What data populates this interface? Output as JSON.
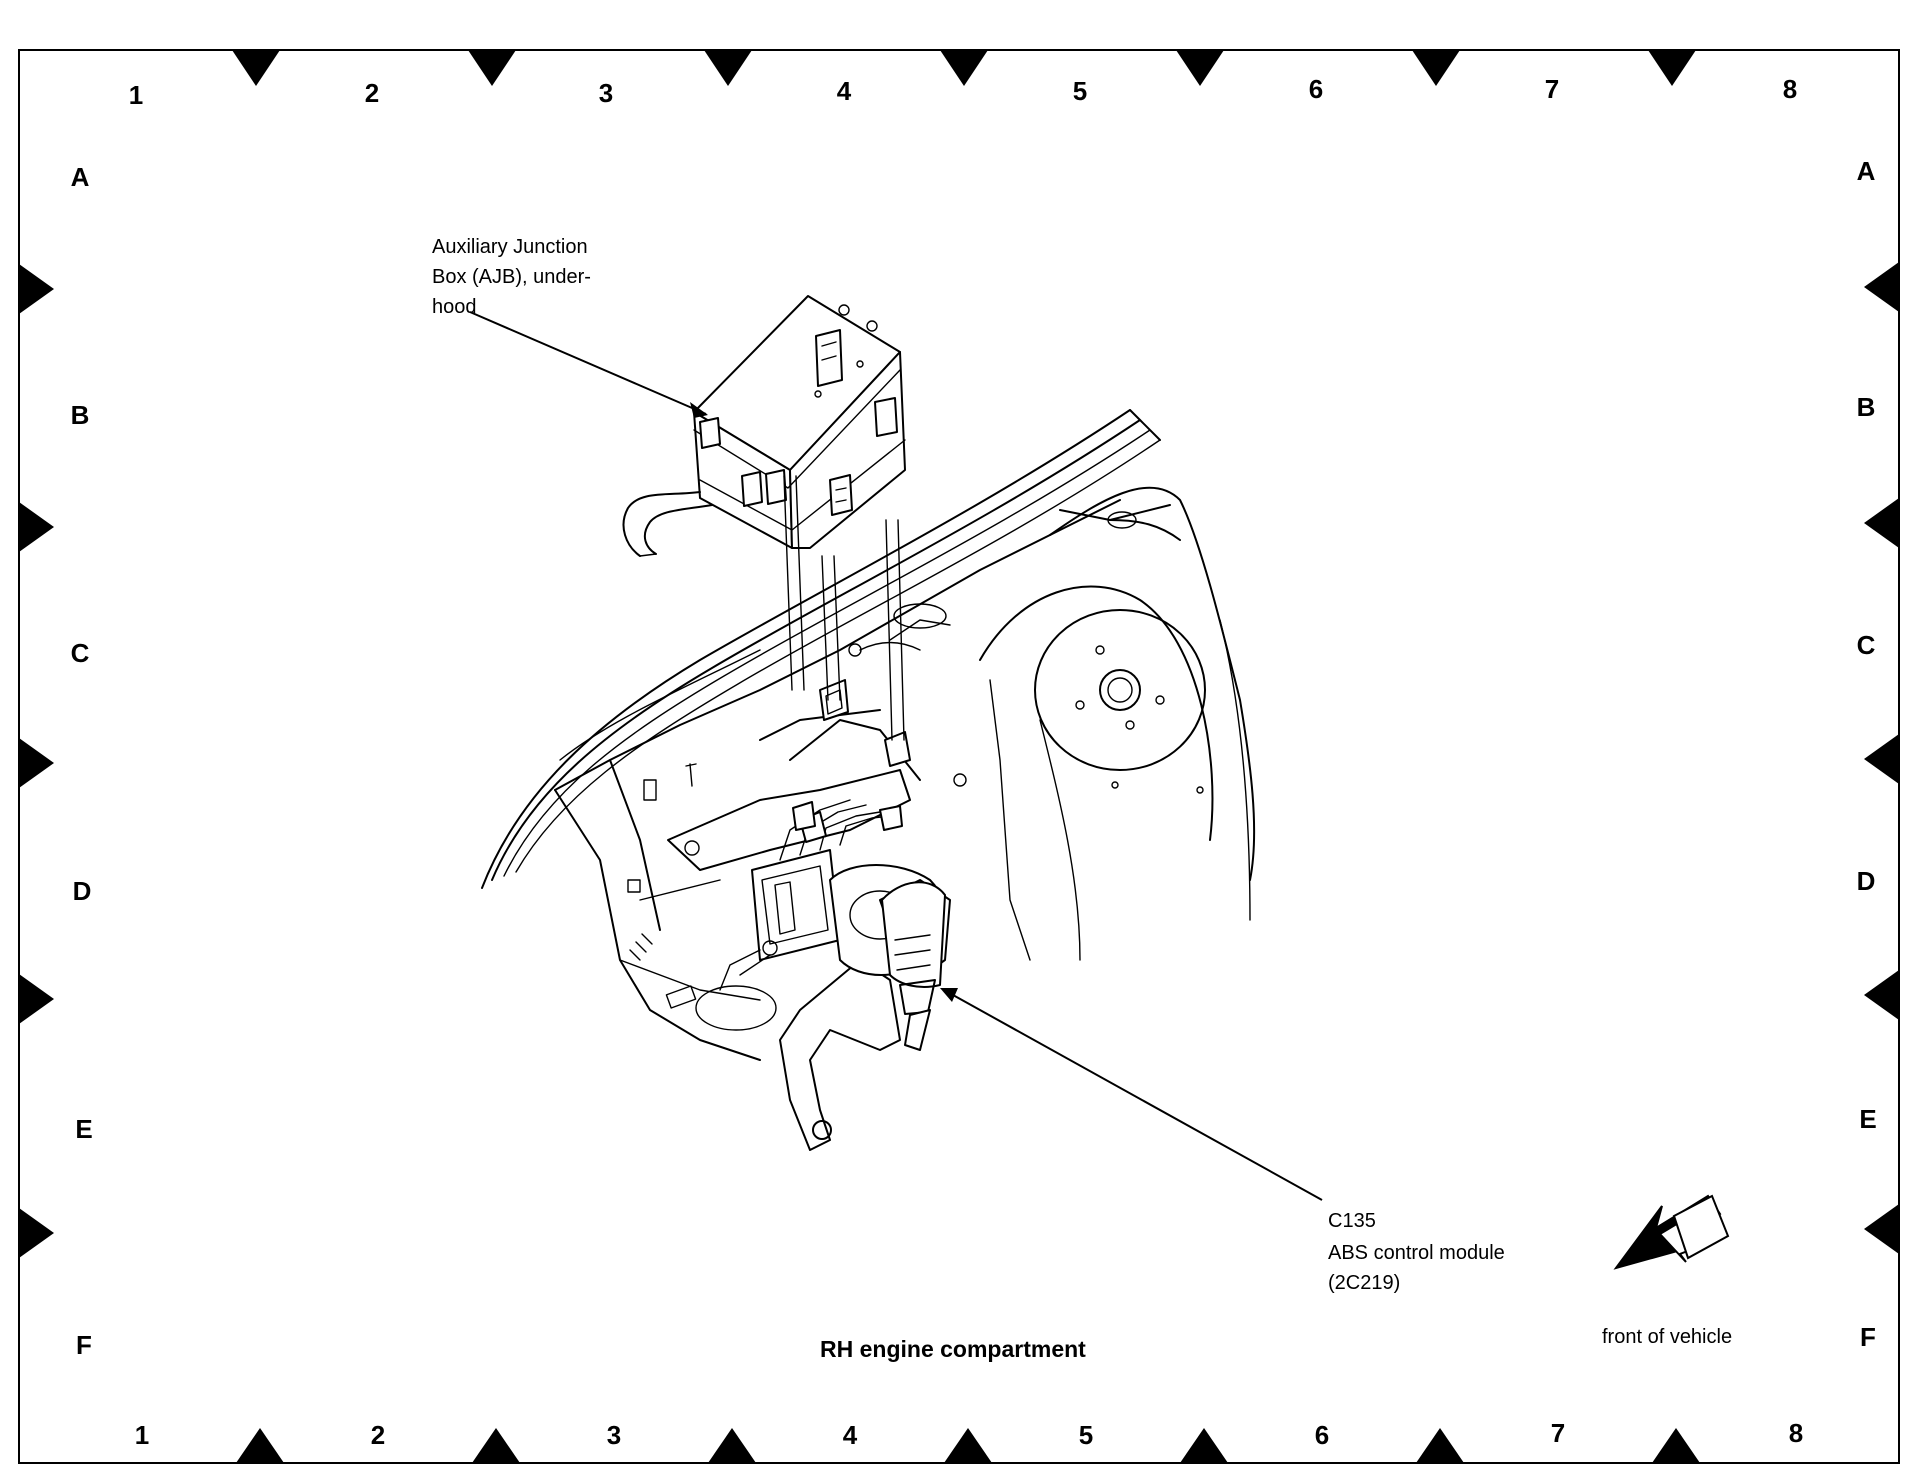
{
  "grid": {
    "columns": [
      "1",
      "2",
      "3",
      "4",
      "5",
      "6",
      "7",
      "8"
    ],
    "rows": [
      "A",
      "B",
      "C",
      "D",
      "E",
      "F"
    ]
  },
  "callouts": {
    "ajb": "Auxiliary Junction\nBox (AJB), under-\nhood",
    "c135_id": "C135",
    "c135_desc": "ABS control module\n(2C219)"
  },
  "caption": "RH engine compartment",
  "orientation": {
    "label": "front of vehicle",
    "icon": "direction-arrow-icon"
  }
}
